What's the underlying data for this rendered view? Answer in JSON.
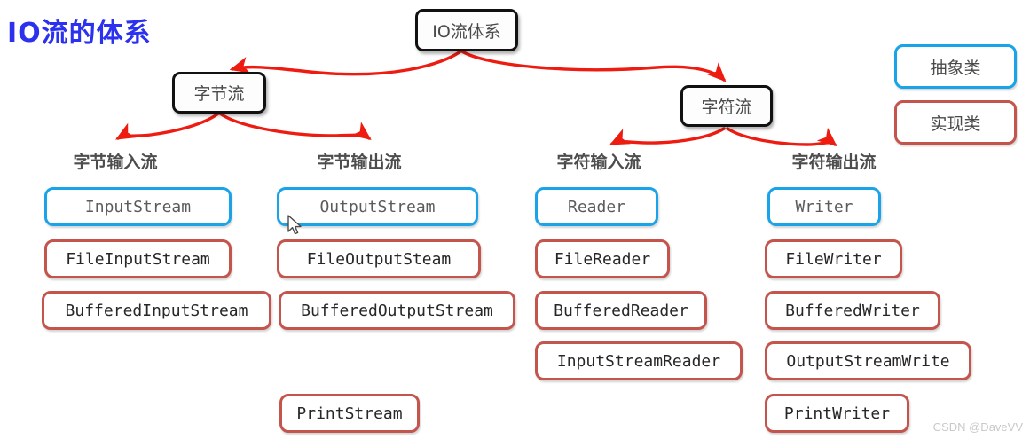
{
  "title": "IO流的体系",
  "colors": {
    "title": "#2b31ef",
    "edge": "#ee1b11",
    "abstract_border": "#19a3e8",
    "impl_border": "#c4554d",
    "node_border": "#111111",
    "background": "#ffffff"
  },
  "root": {
    "label": "IO流体系"
  },
  "branches": [
    {
      "label": "字节流"
    },
    {
      "label": "字符流"
    }
  ],
  "sections": [
    {
      "header": "字节输入流",
      "items": [
        {
          "label": "InputStream",
          "kind": "abstract"
        },
        {
          "label": "FileInputStream",
          "kind": "impl"
        },
        {
          "label": "BufferedInputStream",
          "kind": "impl"
        }
      ]
    },
    {
      "header": "字节输出流",
      "items": [
        {
          "label": "OutputStream",
          "kind": "abstract"
        },
        {
          "label": "FileOutputSteam",
          "kind": "impl"
        },
        {
          "label": "BufferedOutputStream",
          "kind": "impl"
        },
        {
          "label": "PrintStream",
          "kind": "impl"
        }
      ]
    },
    {
      "header": "字符输入流",
      "items": [
        {
          "label": "Reader",
          "kind": "abstract"
        },
        {
          "label": "FileReader",
          "kind": "impl"
        },
        {
          "label": "BufferedReader",
          "kind": "impl"
        },
        {
          "label": "InputStreamReader",
          "kind": "impl"
        }
      ]
    },
    {
      "header": "字符输出流",
      "items": [
        {
          "label": "Writer",
          "kind": "abstract"
        },
        {
          "label": "FileWriter",
          "kind": "impl"
        },
        {
          "label": "BufferedWriter",
          "kind": "impl"
        },
        {
          "label": "OutputStreamWrite",
          "kind": "impl"
        },
        {
          "label": "PrintWriter",
          "kind": "impl"
        }
      ]
    }
  ],
  "legend": [
    {
      "label": "抽象类",
      "kind": "abstract"
    },
    {
      "label": "实现类",
      "kind": "impl"
    }
  ],
  "watermark": "CSDN @DaveVV"
}
